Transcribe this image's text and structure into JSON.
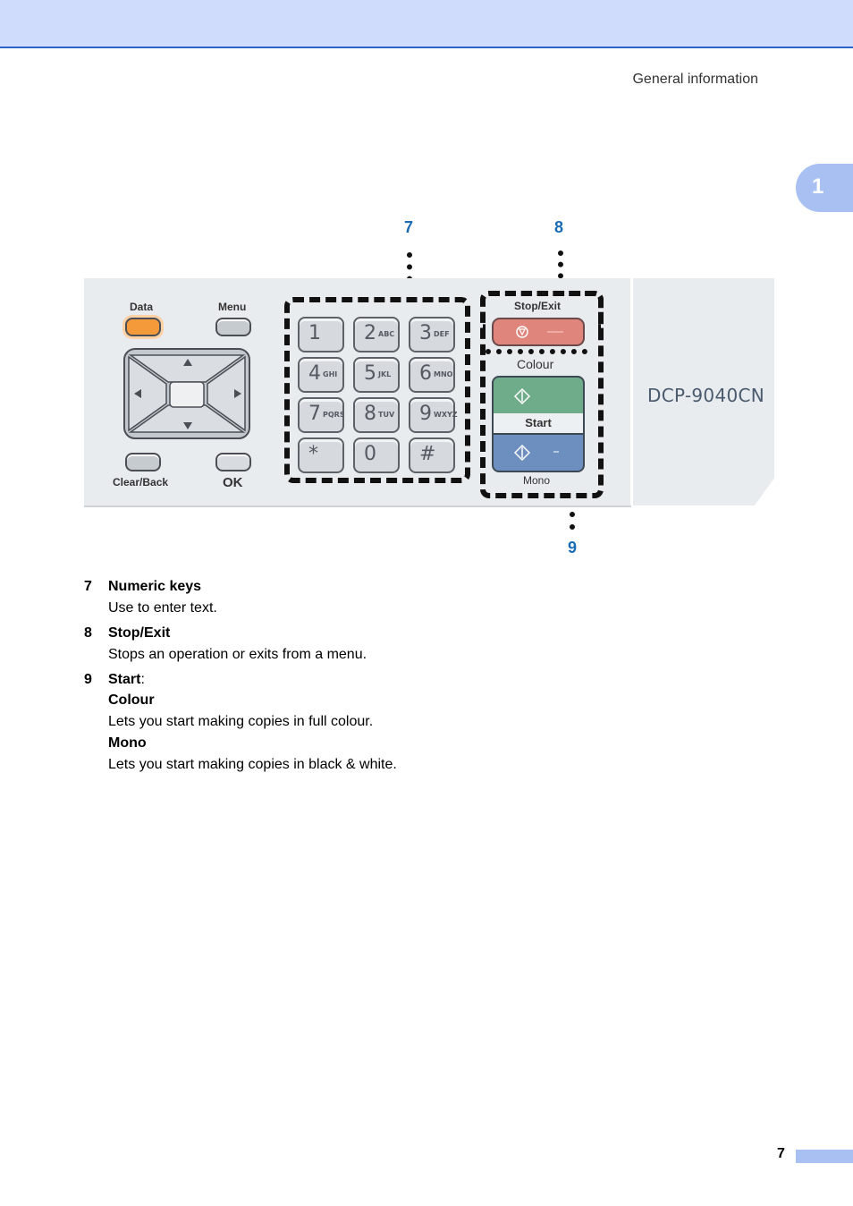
{
  "header": {
    "section_title": "General information",
    "chapter_number": "1"
  },
  "figure": {
    "callouts": [
      "7",
      "8",
      "9"
    ],
    "panel_labels": {
      "data": "Data",
      "menu": "Menu",
      "clear_back": "Clear/Back",
      "ok": "OK",
      "stop_exit": "Stop/Exit",
      "colour": "Colour",
      "start": "Start",
      "mono": "Mono",
      "model": "DCP-9040CN"
    },
    "keys": [
      {
        "num": "1",
        "letters": ""
      },
      {
        "num": "2",
        "letters": "ABC"
      },
      {
        "num": "3",
        "letters": "DEF"
      },
      {
        "num": "4",
        "letters": "GHI"
      },
      {
        "num": "5",
        "letters": "JKL"
      },
      {
        "num": "6",
        "letters": "MNO"
      },
      {
        "num": "7",
        "letters": "PQRS"
      },
      {
        "num": "8",
        "letters": "TUV"
      },
      {
        "num": "9",
        "letters": "WXYZ"
      },
      {
        "num": "*",
        "letters": ""
      },
      {
        "num": "0",
        "letters": ""
      },
      {
        "num": "#",
        "letters": ""
      }
    ]
  },
  "items": [
    {
      "num": "7",
      "term": "Numeric keys",
      "desc": "Use to enter text."
    },
    {
      "num": "8",
      "term": "Stop/Exit",
      "desc": "Stops an operation or exits from a menu."
    },
    {
      "num": "9",
      "term": "Start",
      "suffix": ":"
    }
  ],
  "start_subitems": [
    {
      "term": "Colour",
      "desc": "Lets you start making copies in full colour."
    },
    {
      "term": "Mono",
      "desc": "Lets you start making copies in black & white."
    }
  ],
  "footer": {
    "page_number": "7"
  }
}
